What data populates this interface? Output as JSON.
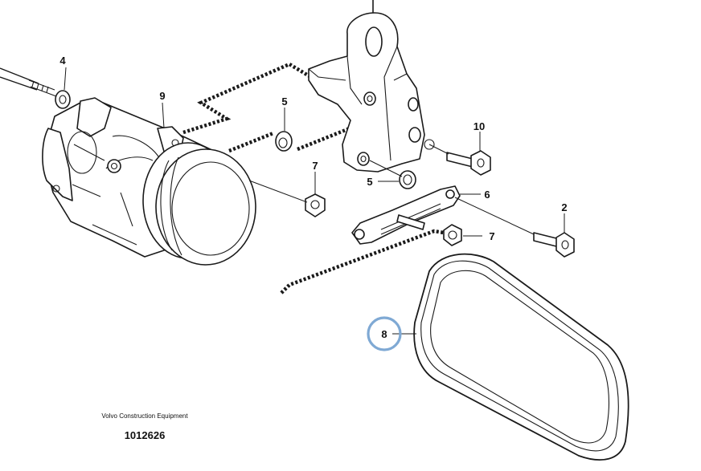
{
  "diagram": {
    "title": "Compressor and V-belt installation",
    "callouts": [
      {
        "id": "4",
        "label": "4"
      },
      {
        "id": "9",
        "label": "9"
      },
      {
        "id": "5a",
        "label": "5"
      },
      {
        "id": "5b",
        "label": "5"
      },
      {
        "id": "7a",
        "label": "7"
      },
      {
        "id": "7b",
        "label": "7"
      },
      {
        "id": "10",
        "label": "10"
      },
      {
        "id": "6",
        "label": "6"
      },
      {
        "id": "2",
        "label": "2"
      },
      {
        "id": "8",
        "label": "8"
      }
    ],
    "highlighted_callout": "8",
    "highlight_color": "#7fa9d4"
  },
  "credit": {
    "company": "Volvo Construction Equipment",
    "figure_number": "1012626"
  }
}
